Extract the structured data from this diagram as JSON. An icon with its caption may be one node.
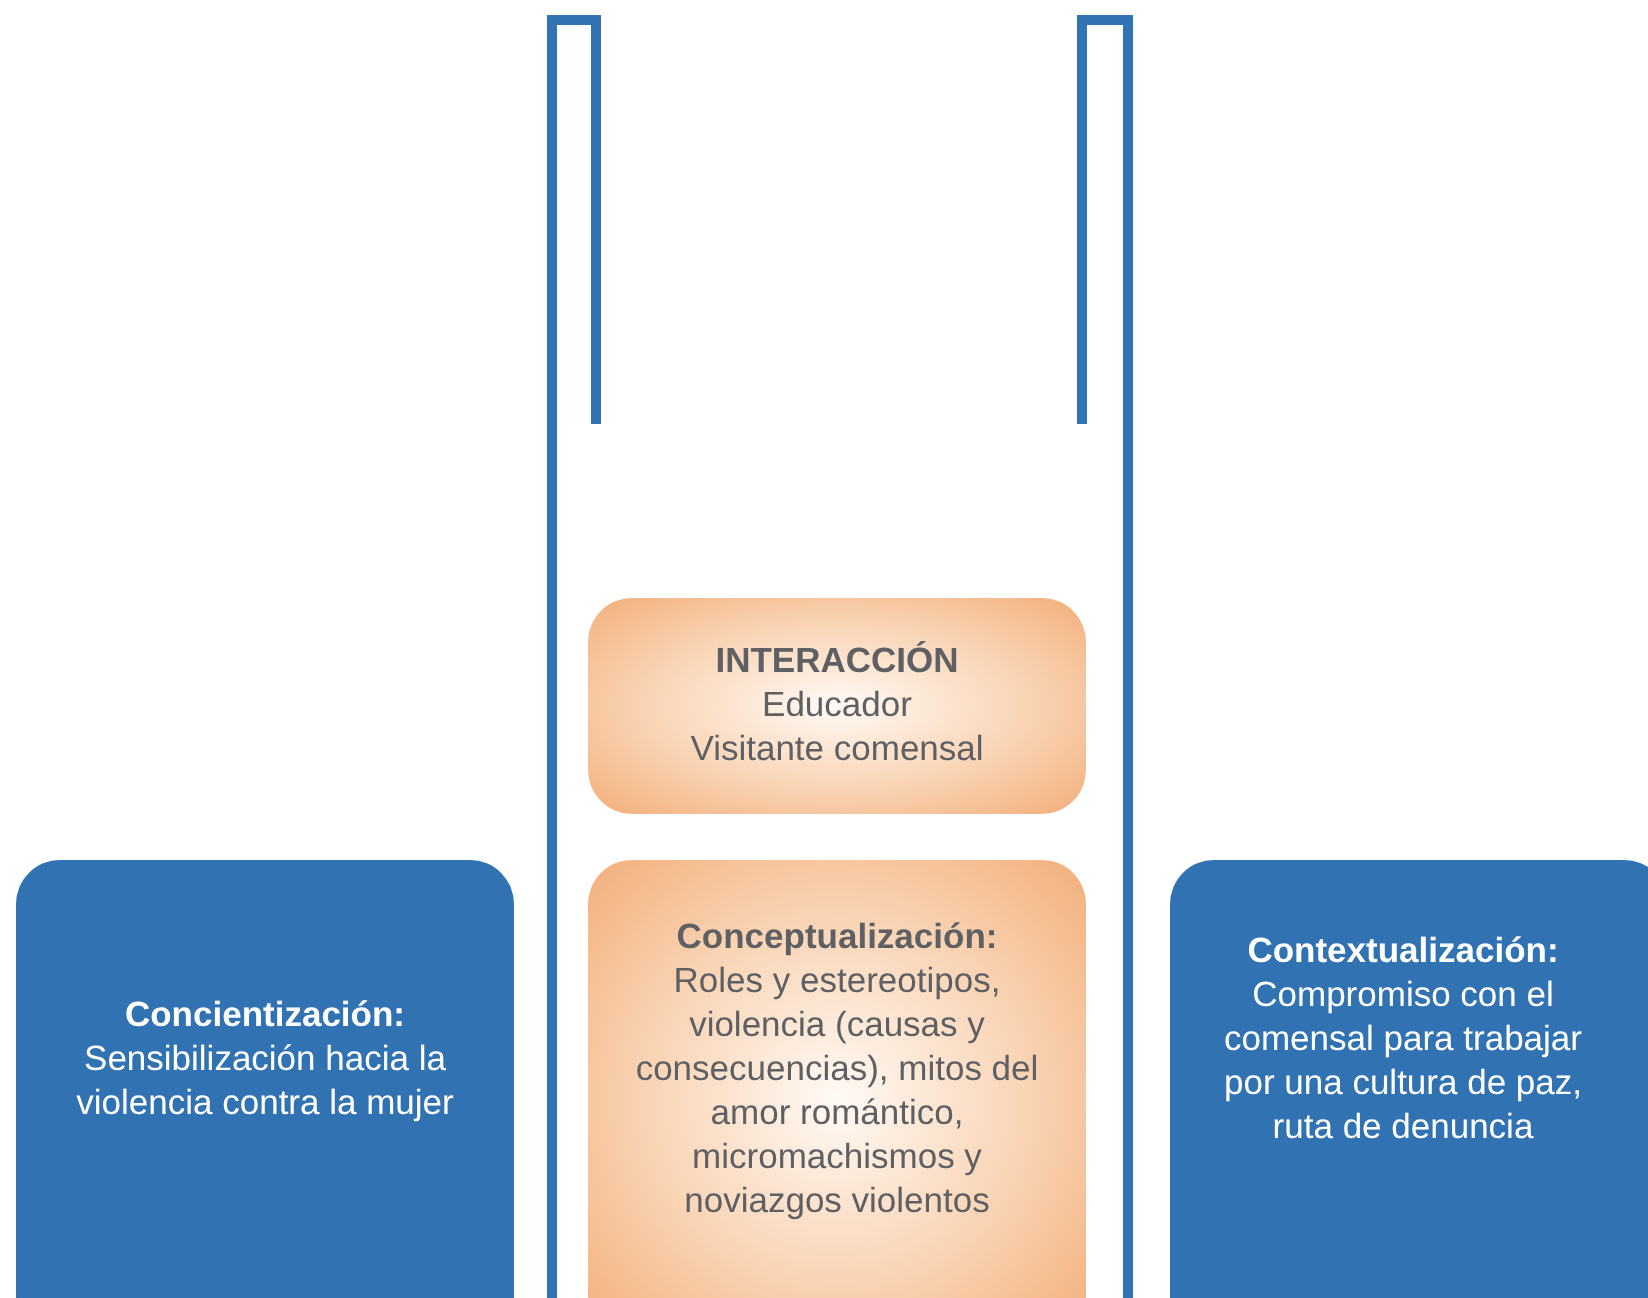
{
  "diagram": {
    "nodes": [
      {
        "text": [
          "INTERACCIÓN",
          "Educador",
          "Visitante comensal"
        ]
      },
      {
        "text": [
          "Concientización:",
          "Sensibilización hacia la violencia contra la mujer"
        ]
      },
      {
        "text": [
          "Conceptualización:",
          "Roles y estereotipos, violencia (causas y consecuencias), mitos del amor romántico, micromachismos y noviazgos violentos"
        ]
      },
      {
        "text": [
          "Contextualización:",
          "Compromiso con el comensal para trabajar por una cultura de paz, ruta de denuncia"
        ]
      }
    ]
  }
}
